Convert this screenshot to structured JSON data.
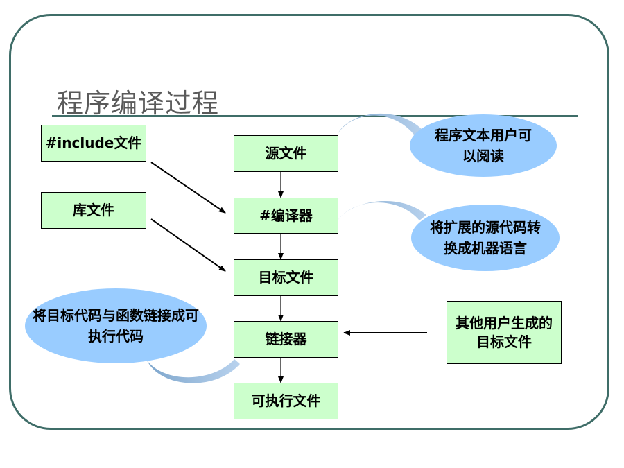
{
  "slide": {
    "title": "程序编译过程"
  },
  "flow": {
    "source": "源文件",
    "compiler": "#编译器",
    "object": "目标文件",
    "linker": "链接器",
    "executable": "可执行文件"
  },
  "inputs": {
    "include": "#include文件",
    "library": "库文件",
    "other_objects": "其他用户生成的目标文件"
  },
  "notes": {
    "source_note": "程序文本用户可以阅读",
    "compiler_note": "将扩展的源代码转换成机器语言",
    "linker_note": "将目标代码与函数链接成可执行代码"
  },
  "colors": {
    "box_fill": "#ccffcc",
    "note_fill": "#99ccff",
    "frame": "#3f6d68"
  }
}
